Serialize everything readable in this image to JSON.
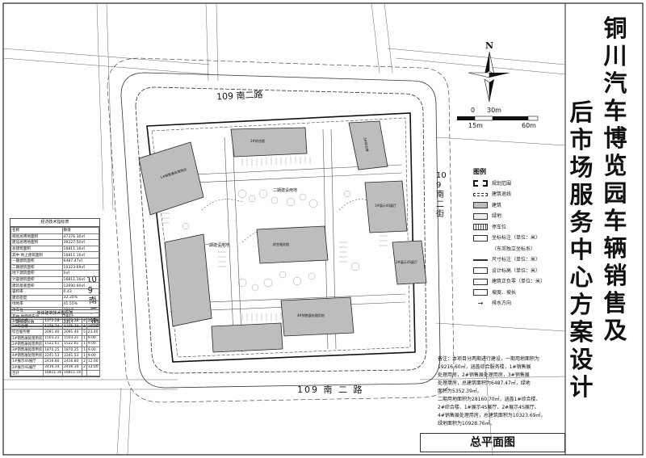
{
  "title": {
    "line1": [
      "铜",
      "川",
      "汽",
      "车",
      "博",
      "览",
      "园",
      "车",
      "辆",
      "销",
      "售",
      "及"
    ],
    "line2": [
      "后",
      "市",
      "场",
      "服",
      "务",
      "中",
      "心",
      "方",
      "案",
      "设",
      "计"
    ]
  },
  "drawing_title": "总平面图",
  "compass_label": "N",
  "scale": {
    "ticks_top": [
      "0",
      "30m"
    ],
    "ticks_bottom": [
      "15m",
      "60m"
    ]
  },
  "roads": {
    "top": "109 南二路",
    "bottom": "109 南 二 路",
    "left": "109 南二街",
    "right": "109 南二街"
  },
  "legend": {
    "heading": "图例",
    "items": [
      "规划范围",
      "建筑退线",
      "建筑",
      "绿地",
      "停车位",
      "坐标标注（单位：米）",
      "（东郊独立坐标系）",
      "尺寸标注（单位：米）",
      "设计标高（单位：米）",
      "建筑正负零（单位：米）",
      "坡度、坡长",
      "排水方向"
    ]
  },
  "notes": [
    "备注：本项目分两期进行建设，一期用地面积为",
    "19216.60㎡，涵盖综合服务楼，1#销售展",
    "处理用房，2#销售展处理用房，3#销售展",
    "处理用房，总建筑面积为6487.47㎡，绿地",
    "面积为5352.39㎡。",
    "二期用地面积为28160.70㎡，涵盖1#综合楼、",
    "2#综合楼、1#展示4S展厅、2#展示4S展厅、",
    "4#销售展处理用房，总建筑面积为10323.69㎡，",
    "绿地面积为10928.76㎡。"
  ],
  "buildings": [
    "1#销售展处理用房",
    "2#综合楼",
    "3#综合楼",
    "一期建设用地",
    "二期建设用地",
    "1#展示4S展厅",
    "2#展示4S展厅",
    "综合服务楼",
    "4#销售展处理用房"
  ],
  "stats_table": {
    "caption": "经济技术指标表",
    "header": [
      "名称",
      "数值"
    ],
    "rows": [
      [
        "规划总用地面积",
        "47376.30㎡"
      ],
      [
        "建设总用地面积",
        "39227.50㎡"
      ],
      [
        "总建筑面积",
        "16811.16㎡"
      ],
      [
        "其中 地上建筑面积",
        "16811.16㎡"
      ],
      [
        "一期建筑面积",
        "6487.47㎡"
      ],
      [
        "二期建筑面积",
        "10323.69㎡"
      ],
      [
        "地下建筑面积",
        "0㎡"
      ],
      [
        "计容建筑面积",
        "16811.16㎡"
      ],
      [
        "建筑基底面积",
        "12690.60㎡"
      ],
      [
        "容积率",
        "0.43"
      ],
      [
        "建筑密度",
        "32.35%"
      ],
      [
        "绿地率",
        "41.55%"
      ],
      [
        "停车位",
        "780个"
      ],
      [
        "其中 地面停车位",
        "780个"
      ],
      [
        "一期停车位数",
        "335个"
      ]
    ]
  },
  "stats_table2": {
    "caption": "单体建筑技术指标表",
    "rows": [
      [
        "1#综合楼",
        "1372.28",
        "1372.28",
        "4",
        "20.00"
      ],
      [
        "2#综合楼",
        "1376.74",
        "1376.74",
        "4",
        "20.00"
      ],
      [
        "综合服务楼",
        "2091.40",
        "2091.40",
        "5",
        "23.40"
      ],
      [
        "1#销售展处理用房",
        "1503.21",
        "1503.21",
        "1",
        "9.00"
      ],
      [
        "2#销售展处理用房",
        "1522.61",
        "1522.61",
        "1",
        "9.00"
      ],
      [
        "3#销售展处理用房",
        "1870.25",
        "1870.25",
        "1",
        "9.00"
      ],
      [
        "4#销售展处理用房",
        "2241.53",
        "2241.53",
        "1",
        "9.00"
      ],
      [
        "1#展示4S展厅",
        "2416.80",
        "2416.80",
        "2",
        "12.00"
      ],
      [
        "2#展示4S展厅",
        "2416.34",
        "2416.34",
        "2",
        "12.00"
      ],
      [
        "合计",
        "16811.16",
        "16811.16",
        "",
        ""
      ]
    ]
  }
}
